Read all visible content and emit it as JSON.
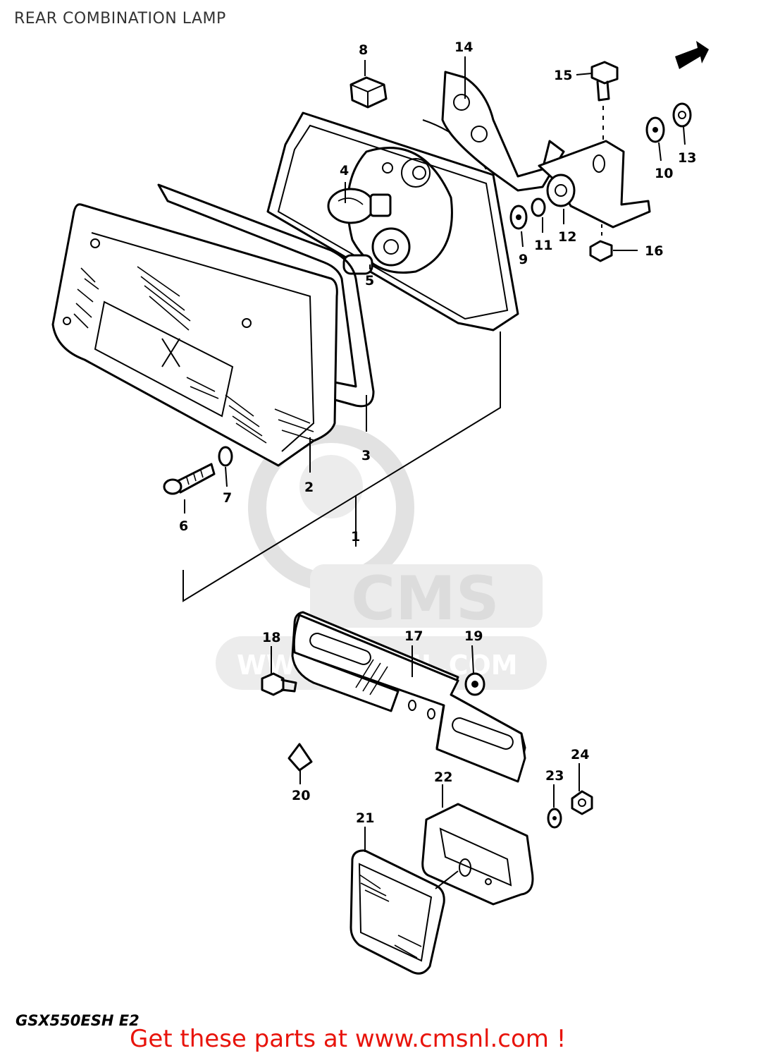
{
  "header": {
    "title": "REAR COMBINATION LAMP"
  },
  "watermark": {
    "brand": "CMS",
    "url": "WWW.CMSNL.COM"
  },
  "footer": {
    "model_code": "GSX550ESH E2",
    "promo": "Get these parts at www.cmsnl.com !",
    "promo_color": "#e8140c"
  },
  "callouts": [
    "1",
    "2",
    "3",
    "4",
    "5",
    "6",
    "7",
    "8",
    "9",
    "10",
    "11",
    "12",
    "13",
    "14",
    "15",
    "16",
    "17",
    "18",
    "19",
    "20",
    "21",
    "22",
    "23",
    "24"
  ],
  "icons": {
    "direction_arrow": "arrow-icon"
  }
}
